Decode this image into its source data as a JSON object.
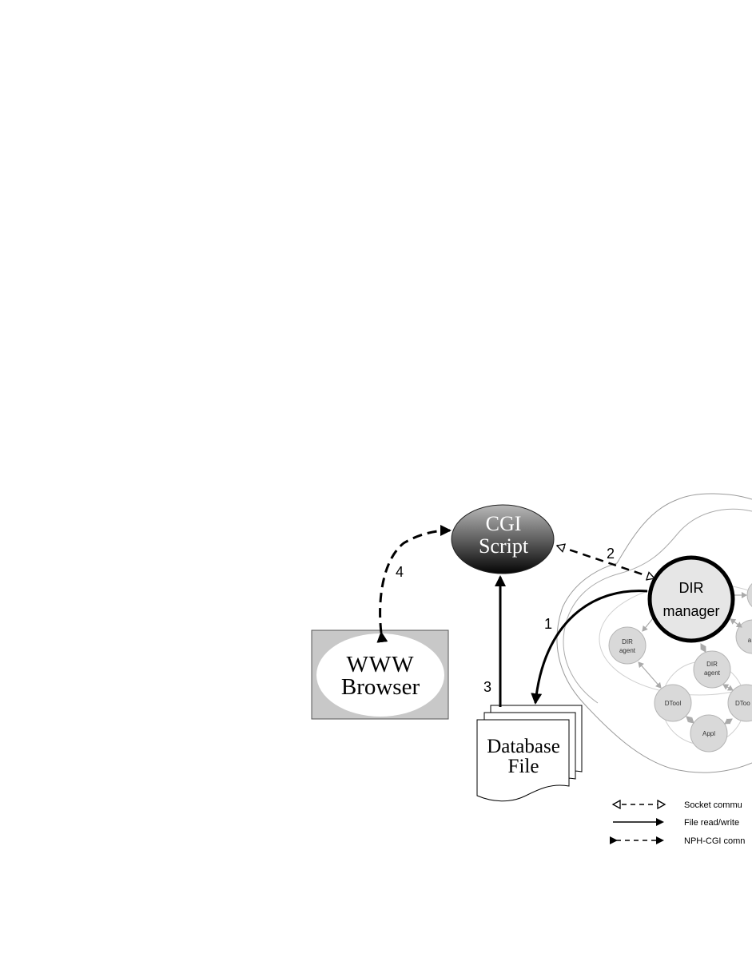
{
  "nodes": {
    "cgi_script": {
      "line1": "CGI",
      "line2": "Script"
    },
    "www_browser": {
      "line1": "WWW",
      "line2": "Browser"
    },
    "database_file": {
      "line1": "Database",
      "line2": "File"
    },
    "dir_manager": {
      "line1": "DIR",
      "line2": "manager"
    },
    "dir_agent_left": {
      "line1": "DIR",
      "line2": "agent"
    },
    "dir_agent_center": {
      "line1": "DIR",
      "line2": "agent"
    },
    "dir_agent_right_partial": {
      "line1": "",
      "line2": "a"
    },
    "dtool_left": {
      "label": "DTool"
    },
    "dtool_right": {
      "label": "DToo"
    },
    "appl": {
      "label": "Appl"
    }
  },
  "steps": {
    "step1": "1",
    "step2": "2",
    "step3": "3",
    "step4": "4"
  },
  "legend": {
    "socket": "Socket commu",
    "file_rw": "File read/write",
    "nph_cgi": "NPH-CGI comn"
  },
  "colors": {
    "cloud_stroke": "#9a9a9a",
    "node_fill": "#d9d9d9",
    "node_stroke": "#b5b5b5",
    "browser_bg": "#c8c8c8"
  }
}
